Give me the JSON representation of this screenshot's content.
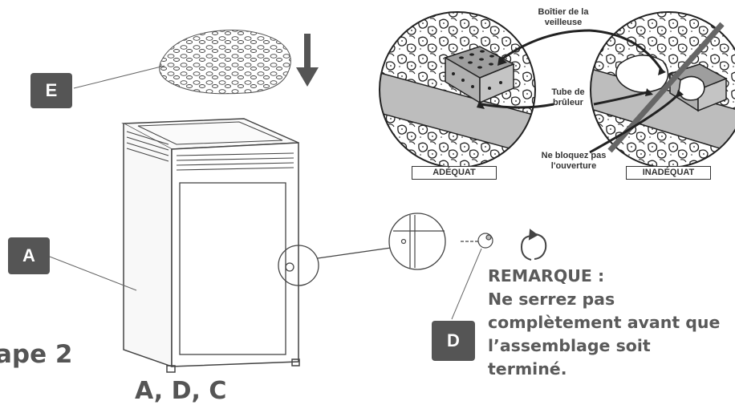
{
  "callouts": {
    "pilot_housing": "Boîtier de la veilleuse",
    "burner_tube": "Tube de brûleur",
    "no_block": "Ne bloquez pas l'ouverture"
  },
  "status_labels": {
    "correct": "ADÉQUAT",
    "incorrect": "INADÉQUAT"
  },
  "part_labels": {
    "a": "A",
    "d": "D",
    "e": "E"
  },
  "note": {
    "title": "REMARQUE :",
    "body": "Ne serrez pas complètement avant que l’assemblage soit terminé."
  },
  "step": {
    "label": "ape 2",
    "sub_label": "A, D, C"
  }
}
